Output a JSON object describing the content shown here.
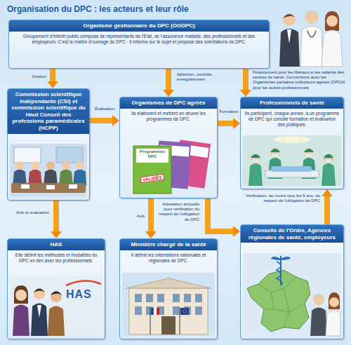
{
  "diagram": {
    "title": "Organisation du DPC : les acteurs et leur rôle",
    "nodes": [
      {
        "text": [
          "Organisme gestionnaire du DPC (OGDPC)",
          "Groupement d'intérêt public composé de représentants de l'Etat, de l'assurance maladie, des professionnels et des employeurs. C'est le maître d'ouvrage du DPC : il informe sur le sujet et propose des orientations de DPC."
        ]
      },
      {
        "text": [
          "Commission scientifique indépendante (CSI) et commission scientifique du Haut Conseil des professions paramédicales (HCPP)"
        ]
      },
      {
        "text": [
          "Organismes de DPC agréés",
          "Ils élaborent et mettent en œuvre les programmes de DPC."
        ]
      },
      {
        "text": [
          "Professionnels de santé",
          "Ils participent, chaque année, à un programme de DPC qui concilie formation et évaluation des pratiques."
        ]
      },
      {
        "text": [
          "HAS",
          "Elle définit les méthodes et modalités du DPC en lien avec les professionnels."
        ]
      },
      {
        "text": [
          "Ministère chargé de la santé",
          "Il définit les orientations nationales et régionales de DPC."
        ]
      },
      {
        "text": [
          "Conseils de l'Ordre, Agences régionales de santé, employeurs"
        ]
      }
    ],
    "edges": [
      {
        "from": 0,
        "to": 1,
        "label": "Gestion",
        "arrow": "to"
      },
      {
        "from": 0,
        "to": 2,
        "label": "Sélection, contrôle, enregistrement",
        "arrow": "to"
      },
      {
        "from": 0,
        "to": 3,
        "label": "Financement pour les libéraux et les salariés des centres de santé. Conventions avec les Organismes paritaires collecteurs agréés (OPCA) pour les autres professionnels",
        "arrow": "to"
      },
      {
        "from": 1,
        "to": 2,
        "label": "Évaluation",
        "arrow": "to"
      },
      {
        "from": 2,
        "to": 3,
        "label": "Formation",
        "arrow": "to"
      },
      {
        "from": 1,
        "to": 4,
        "label": "Avis et évaluation",
        "arrow": "to"
      },
      {
        "from": 2,
        "to": 5,
        "label": "Avis",
        "arrow": "to"
      },
      {
        "from": 2,
        "to": 6,
        "label": "Attestation annuelle pour vérification du respect de l'obligation de DPC",
        "arrow": "to"
      },
      {
        "from": 6,
        "to": 3,
        "label": "Vérification, au moins tous les 5 ans, du respect de l'obligation de DPC",
        "arrow": "to"
      }
    ],
    "labels": [
      "Programmes DPC",
      "VALIDÉS",
      "HAS"
    ]
  }
}
